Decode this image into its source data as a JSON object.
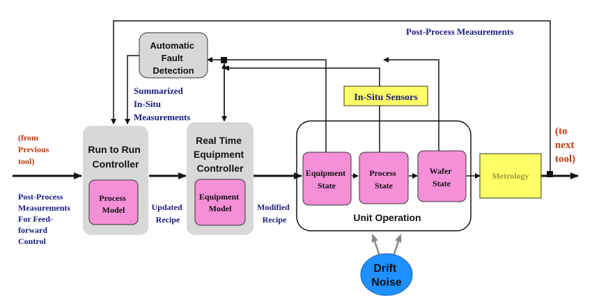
{
  "colors": {
    "box_gray": "#d8d8d8",
    "box_pink": "#f48fd8",
    "box_yellow": "#ffff66",
    "drift_blue": "#1e90ff",
    "label_navy": "#1a1a80",
    "label_red": "#c0390b"
  },
  "nodes": {
    "fault_detection": [
      "Automatic",
      "Fault",
      "Detection"
    ],
    "r2r_controller": [
      "Run to Run",
      "Controller"
    ],
    "process_model": [
      "Process",
      "Model"
    ],
    "rt_controller": [
      "Real Time",
      "Equipment",
      "Controller"
    ],
    "equipment_model": [
      "Equipment",
      "Model"
    ],
    "equipment_state": [
      "Equipment",
      "State"
    ],
    "process_state": [
      "Process",
      "State"
    ],
    "wafer_state": [
      "Wafer",
      "State"
    ],
    "unit_operation": "Unit Operation",
    "metrology": "Metrology",
    "insitu_sensors": "In-Situ Sensors",
    "drift_noise": [
      "Drift",
      "Noise"
    ]
  },
  "labels": {
    "post_process_top": "Post-Process Measurements",
    "summarized": [
      "Summarized",
      "In-Situ",
      "Measurements"
    ],
    "from_previous": [
      "(from",
      "Previous",
      "tool)"
    ],
    "to_next": [
      "(to",
      "next",
      "tool)"
    ],
    "feedforward": [
      "Post-Process",
      "Measurements",
      "For Feed-",
      "forward",
      "Control"
    ],
    "updated_recipe": [
      "Updated",
      "Recipe"
    ],
    "modified_recipe": [
      "Modified",
      "Recipe"
    ]
  }
}
